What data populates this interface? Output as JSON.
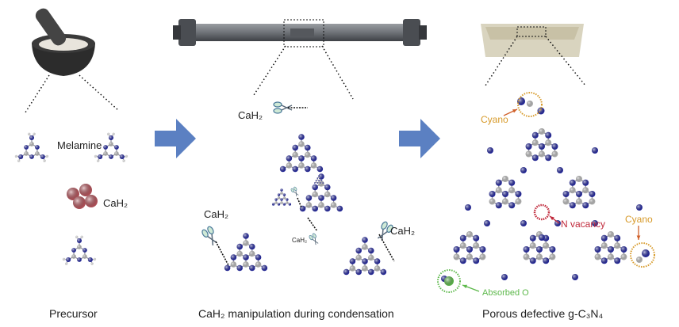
{
  "panels": {
    "precursor": {
      "caption": "Precursor",
      "melamine_label": "Melamine",
      "cah2_label": "CaH₂"
    },
    "condensation": {
      "caption": "CaH₂ manipulation during condensation",
      "cah2_labels": [
        "CaH₂",
        "CaH₂",
        "CaH₂",
        "CaH₂"
      ]
    },
    "product": {
      "caption": "Porous defective g-C₃N₄",
      "cyano_label_top": "Cyano",
      "cyano_label_right": "Cyano",
      "n_vacancy_label": "N vacancy",
      "absorbed_o_label": "Absorbed O"
    }
  },
  "colors": {
    "nitrogen": "#23279e",
    "carbon": "#b9b9b9",
    "arrow": "#5b80c2",
    "cyano": "#d79a2a",
    "cyano_arrow": "#d0602a",
    "n_vacancy": "#c0283a",
    "absorbed_o": "#5cb84a",
    "calcium_hydride": "#b4525a"
  }
}
